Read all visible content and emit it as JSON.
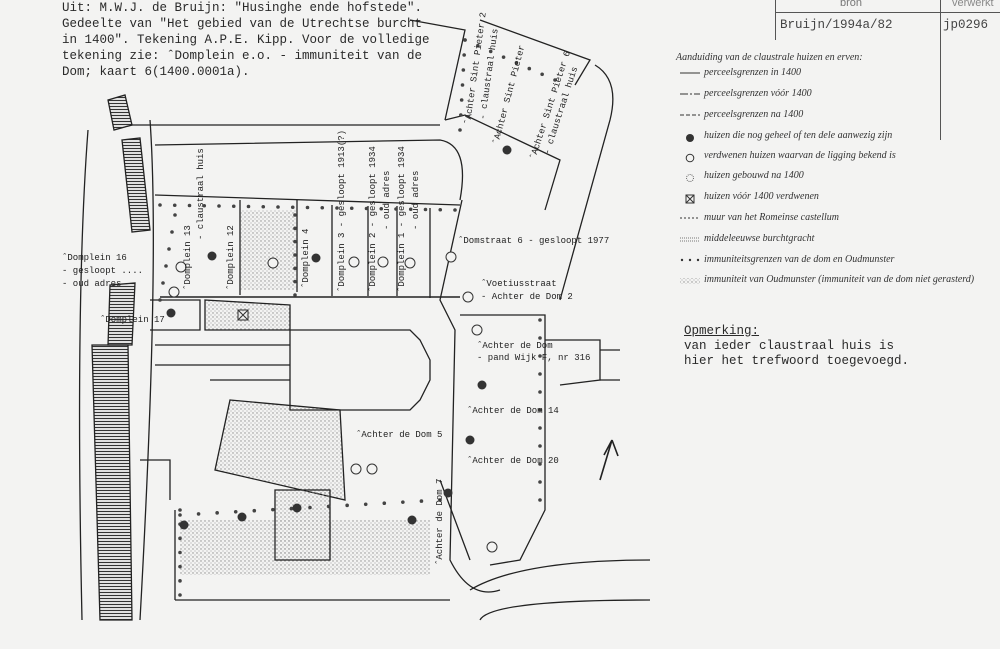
{
  "header": {
    "lines": [
      "Uit: M.W.J. de Bruijn: \"Husinghe ende hofstede\".",
      "Gedeelte van \"Het gebied van de Utrechtse burcht",
      "in 1400\". Tekening A.P.E. Kipp. Voor de volledige",
      "tekening zie: ˆDomplein e.o. - immuniteit van de",
      "Dom; kaart 6(1400.0001a)."
    ]
  },
  "card": {
    "bron_label": "bron",
    "verwerkt_label": "verwerkt",
    "bron_value": "Bruijn/1994a/82",
    "verwerkt_value": "jp0296"
  },
  "legend": {
    "title": "Aanduiding van de claustrale huizen en erven:",
    "items": [
      {
        "symbol": "solid-line",
        "label": "perceelsgrenzen in 1400"
      },
      {
        "symbol": "dash-dot-line",
        "label": "perceelsgrenzen vóór 1400"
      },
      {
        "symbol": "dashed-line",
        "label": "perceelsgrenzen na 1400"
      },
      {
        "symbol": "filled-circle",
        "label": "huizen die nog geheel of ten dele aanwezig zijn"
      },
      {
        "symbol": "open-circle",
        "label": "verdwenen huizen waarvan de ligging bekend is"
      },
      {
        "symbol": "star-circle",
        "label": "huizen gebouwd na 1400"
      },
      {
        "symbol": "crossed-square",
        "label": "huizen vóór 1400 verdwenen"
      },
      {
        "symbol": "short-dashed-line",
        "label": "muur van het Romeinse castellum"
      },
      {
        "symbol": "dotted-line",
        "label": "middeleeuwse burchtgracht"
      },
      {
        "symbol": "dots",
        "label": "immuniteitsgrenzen van de dom en Oudmunster"
      },
      {
        "symbol": "hatched",
        "label": "immuniteit van Oudmunster (immuniteit van de dom niet gerasterd)"
      }
    ]
  },
  "remark": {
    "heading": "Opmerking:",
    "lines": [
      "van ieder claustraal huis is",
      "hier het trefwoord toegevoegd."
    ]
  },
  "map_labels": {
    "domplein16": [
      "ˆDomplein 16",
      "- gesloopt ....",
      "- oud adres"
    ],
    "domplein17": "ˆDomplein 17",
    "domplein13": [
      "ˆDomplein 13",
      "- claustraal huis"
    ],
    "domplein12": "ˆDomplein 12",
    "domplein4": "ˆDomplein 4",
    "domplein3": "ˆDomplein 3 - gesloopt 1913(?)",
    "domplein2": [
      "ˆDomplein 2 - gesloopt 1934",
      "- oud adres"
    ],
    "domplein1": [
      "ˆDomplein 1 - gesloopt 1934",
      "- oud adres"
    ],
    "sintpieter2": [
      "ˆAchter Sint Pieter 2",
      "- claustraal huis"
    ],
    "sintpieter": "ˆAchter Sint Pieter",
    "sintpieter6": [
      "ˆAchter Sint Pieter 6",
      "- claustraal huis"
    ],
    "domstraat6": "ˆDomstraat 6 - gesloopt 1977",
    "voetius": [
      "ˆVoetiusstraat",
      "- Achter de Dom 2"
    ],
    "adomwijk": [
      "ˆAchter de Dom",
      "- pand Wijk F, nr 316"
    ],
    "adom14": "ˆAchter de Dom 14",
    "adom5": "ˆAchter de Dom 5",
    "adom20": "ˆAchter de Dom 20",
    "adom7": "ˆAchter de Dom 7"
  },
  "colors": {
    "ink": "#222222",
    "paper": "#f3f3f2",
    "stipple": "#9a9a9a"
  }
}
